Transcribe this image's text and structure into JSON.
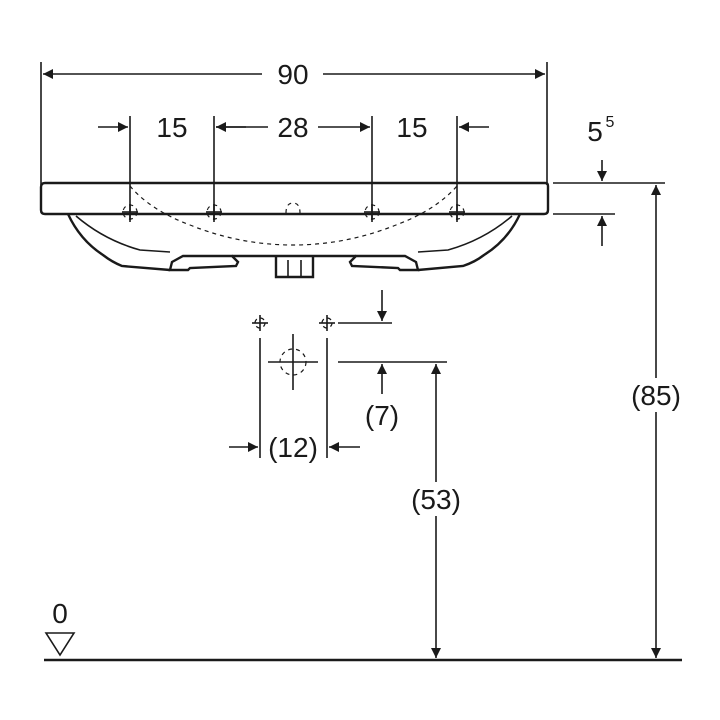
{
  "dimensions": {
    "overall_width": "90",
    "left_spacing": "15",
    "center_spacing": "28",
    "right_spacing": "15",
    "rim_thickness_base": "5",
    "rim_thickness_sup": "5",
    "overall_height": "(85)",
    "waste_height": "(53)",
    "waste_offset": "(7)",
    "fixing_spacing": "(12)",
    "floor_level": "0"
  }
}
